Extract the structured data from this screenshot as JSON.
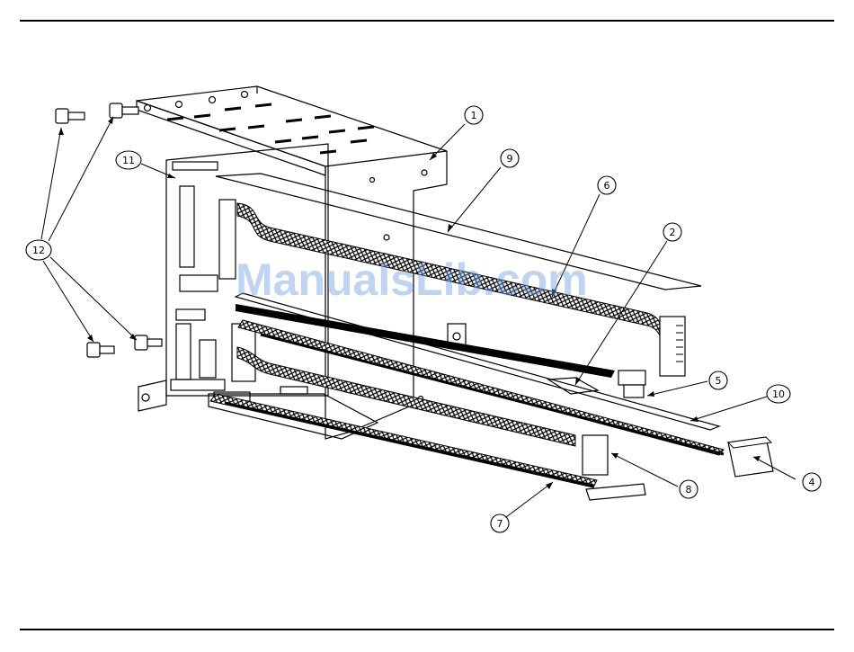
{
  "watermark": "ManualsLib.com",
  "colors": {
    "line": "#000000",
    "watermark": "#6ea0e1"
  },
  "callouts": [
    {
      "id": "c1",
      "label": "1"
    },
    {
      "id": "c2",
      "label": "2"
    },
    {
      "id": "c4",
      "label": "4"
    },
    {
      "id": "c5",
      "label": "5"
    },
    {
      "id": "c6",
      "label": "6"
    },
    {
      "id": "c7",
      "label": "7"
    },
    {
      "id": "c8",
      "label": "8"
    },
    {
      "id": "c9",
      "label": "9"
    },
    {
      "id": "c10",
      "label": "10"
    },
    {
      "id": "c11",
      "label": "11"
    },
    {
      "id": "c12",
      "label": "12"
    }
  ]
}
